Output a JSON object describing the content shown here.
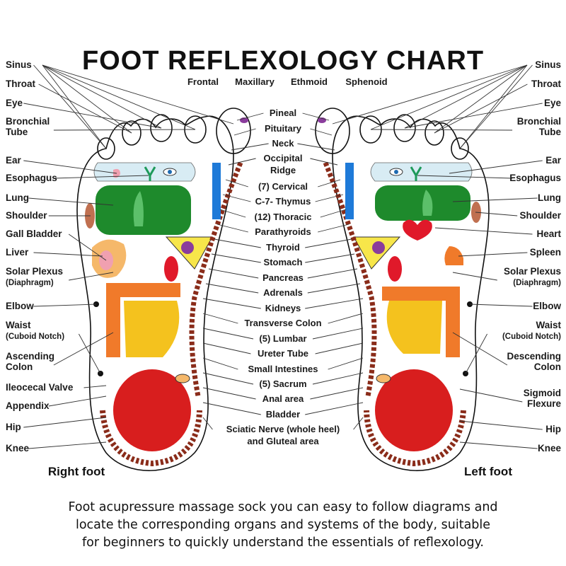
{
  "title": "FOOT REFLEXOLOGY CHART",
  "feet": {
    "right": "Right foot",
    "left": "Left foot"
  },
  "top_labels": [
    "Frontal",
    "Maxillary",
    "Ethmoid",
    "Sphenoid"
  ],
  "left_labels": [
    [
      "Sinus"
    ],
    [
      "Throat"
    ],
    [
      "Eye"
    ],
    [
      "Bronchial",
      "Tube"
    ],
    [
      "Ear"
    ],
    [
      "Esophagus"
    ],
    [
      "Lung"
    ],
    [
      "Shoulder"
    ],
    [
      "Gall Bladder"
    ],
    [
      "Liver"
    ],
    [
      "Solar Plexus",
      "(Diaphragm)"
    ],
    [
      "Elbow"
    ],
    [
      "Waist",
      "(Cuboid Notch)"
    ],
    [
      "Ascending",
      "Colon"
    ],
    [
      "Ileocecal Valve"
    ],
    [
      "Appendix"
    ],
    [
      "Hip"
    ],
    [
      "Knee"
    ]
  ],
  "center_labels": [
    [
      "Pineal"
    ],
    [
      "Pituitary"
    ],
    [
      "Neck"
    ],
    [
      "Occipital",
      "Ridge"
    ],
    [
      "(7) Cervical"
    ],
    [
      "C-7- Thymus"
    ],
    [
      "(12) Thoracic"
    ],
    [
      "Parathyroids"
    ],
    [
      "Thyroid"
    ],
    [
      "Stomach"
    ],
    [
      "Pancreas"
    ],
    [
      "Adrenals"
    ],
    [
      "Kidneys"
    ],
    [
      "Transverse Colon"
    ],
    [
      "(5) Lumbar"
    ],
    [
      "Ureter Tube"
    ],
    [
      "Small Intestines"
    ],
    [
      "(5) Sacrum"
    ],
    [
      "Anal area"
    ],
    [
      "Bladder"
    ],
    [
      "Sciatic Nerve (whole heel)",
      "and Gluteal area"
    ]
  ],
  "right_labels": [
    [
      "Sinus"
    ],
    [
      "Throat"
    ],
    [
      "Eye"
    ],
    [
      "Bronchial",
      "Tube"
    ],
    [
      "Ear"
    ],
    [
      "Esophagus"
    ],
    [
      "Lung"
    ],
    [
      "Shoulder"
    ],
    [
      "Heart"
    ],
    [
      "Spleen"
    ],
    [
      "Solar Plexus",
      "(Diaphragm)"
    ],
    [
      "Elbow"
    ],
    [
      "Waist",
      "(Cuboid Notch)"
    ],
    [
      "Descending",
      "Colon"
    ],
    [
      "Sigmoid",
      "Flexure"
    ],
    [
      "Hip"
    ],
    [
      "Knee"
    ]
  ],
  "caption": [
    "Foot acupressure massage sock you can easy to follow diagrams and",
    "locate the corresponding organs and systems of the body, suitable",
    "for beginners to quickly understand the essentials of reflexology."
  ],
  "colors": {
    "lung": "#1e8a2c",
    "heel": "#d81e1e",
    "colon": "#f07a2a",
    "intestine": "#f4c21e",
    "spine": "#8a2c1a",
    "adrenal": "#f7e64a",
    "organ_purple": "#8a3c9c",
    "duct_blue": "#1e7ad8",
    "heart": "#e0192a",
    "liver": "#f5b86a",
    "eye_zone": "#d8ecf4"
  }
}
